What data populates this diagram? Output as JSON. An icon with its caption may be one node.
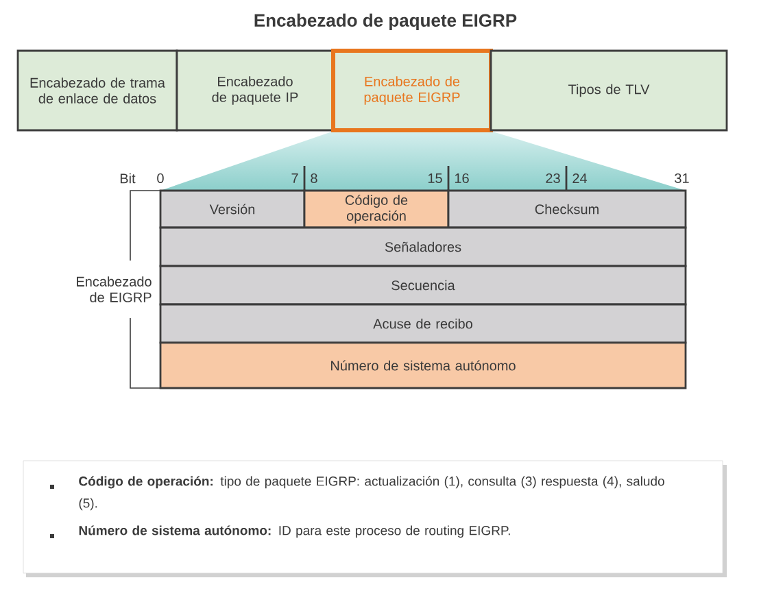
{
  "diagram": {
    "title": "Encabezado de paquete EIGRP",
    "nodes": [
      {
        "text": [
          "Encabezado de trama de enlace de datos"
        ]
      },
      {
        "text": [
          "Encabezado de paquete IP"
        ]
      },
      {
        "text": [
          "Encabezado de paquete EIGRP"
        ]
      },
      {
        "text": [
          "Tipos de TLV"
        ]
      },
      {
        "text": [
          "Versión"
        ]
      },
      {
        "text": [
          "Código de operación"
        ]
      },
      {
        "text": [
          "Checksum"
        ]
      },
      {
        "text": [
          "Señaladores"
        ]
      },
      {
        "text": [
          "Secuencia"
        ]
      },
      {
        "text": [
          "Acuse de recibo"
        ]
      },
      {
        "text": [
          "Número de sistema autónomo"
        ]
      }
    ],
    "labels": [
      "Bit",
      "0",
      "7",
      "8",
      "15",
      "16",
      "23",
      "24",
      "31",
      "Encabezado de EIGRP",
      "**Código de operación:** tipo de paquete EIGRP: actualización (1), consulta (3) respuesta (4), saludo (5).",
      "**Número de sistema autónomo:** ID para este proceso de routing EIGRP."
    ]
  }
}
